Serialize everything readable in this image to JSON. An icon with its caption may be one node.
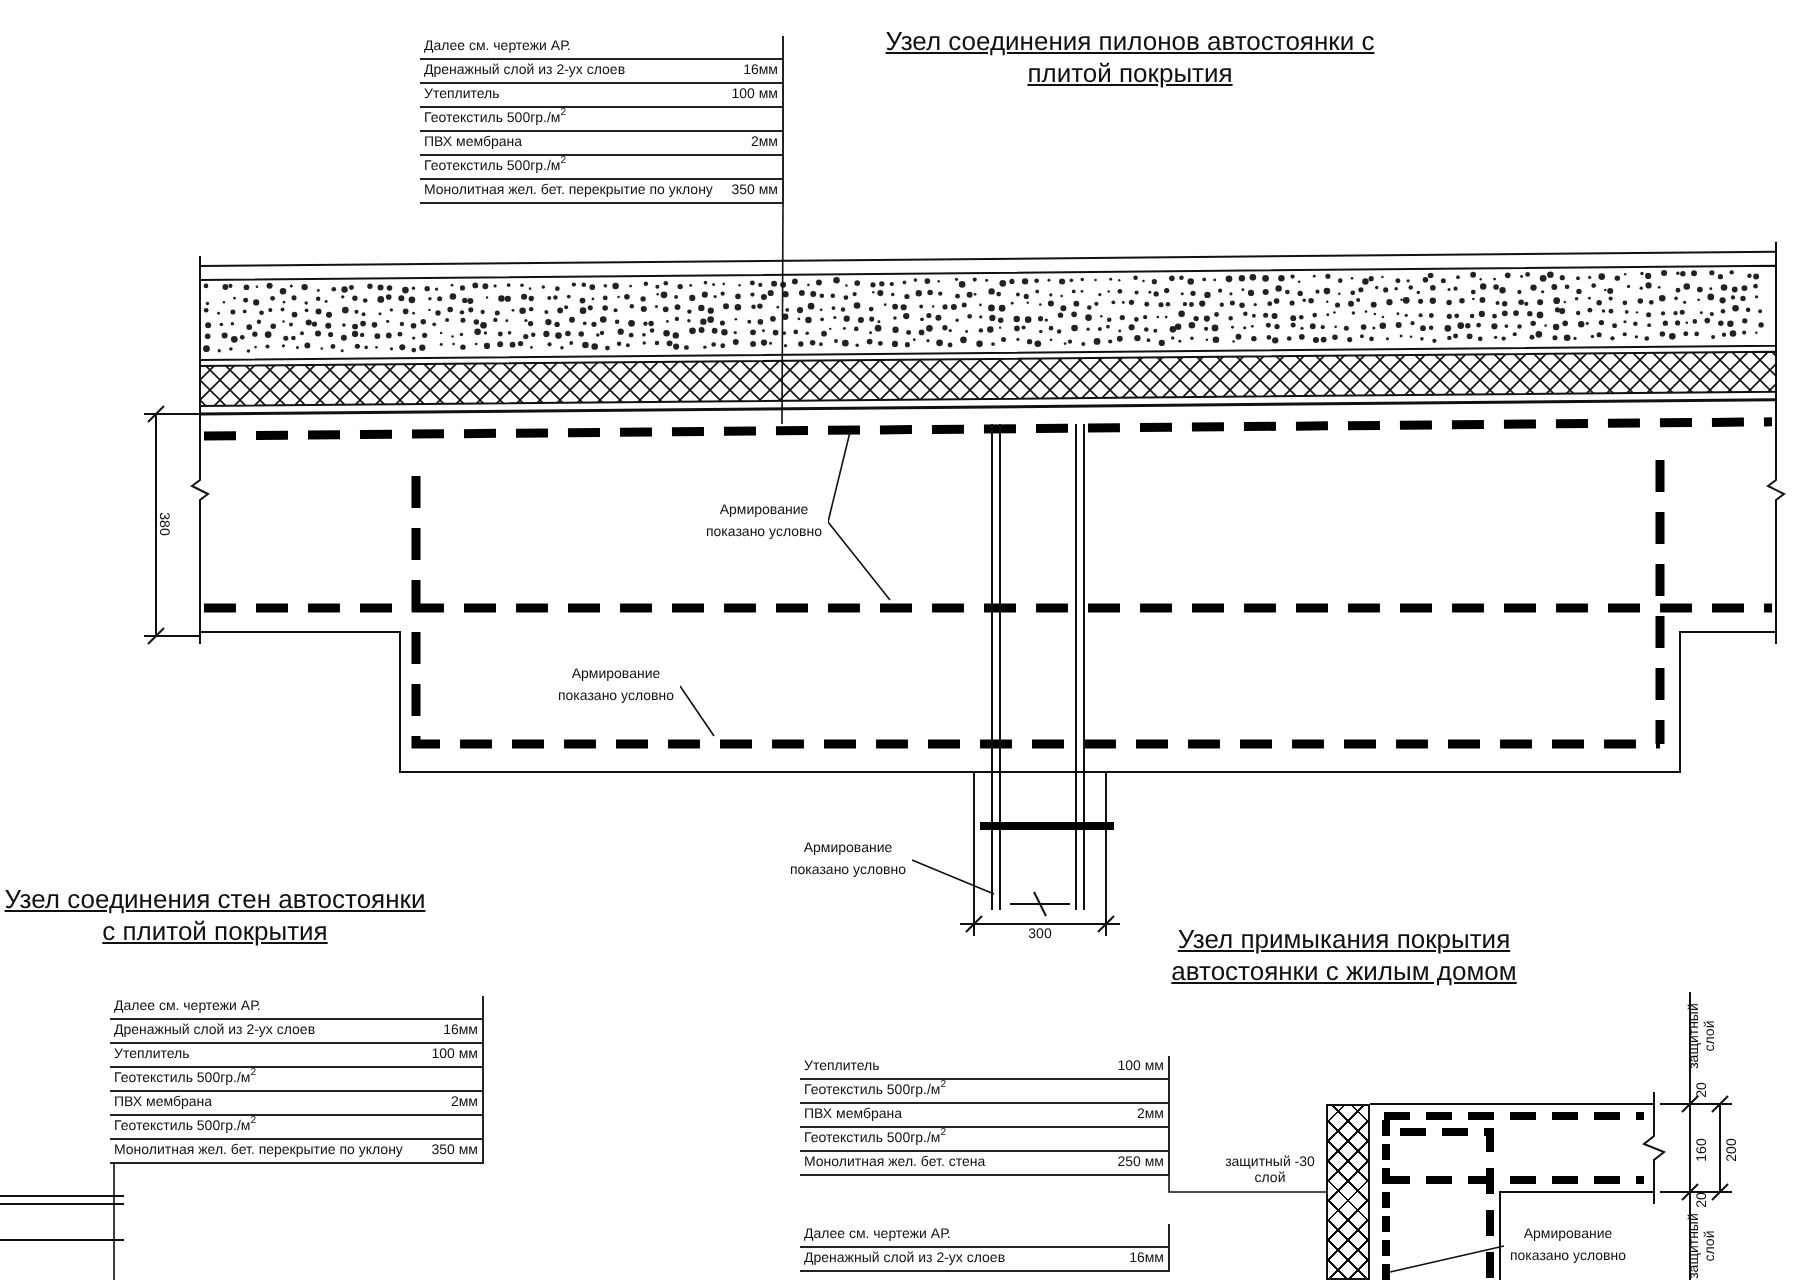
{
  "diagram": {
    "nodes": [
      {
        "text": [
          "Далее см. чертежи АР.",
          "Дренажный слой из 2-ух слоев",
          "16мм",
          "Утеплитель",
          "100 мм",
          "Геотекстиль 500гр./м$^{2}$",
          "ПВХ мембрана",
          "2мм",
          "Геотекстиль 500гр./м$^{2}$",
          "Монолитная жел. бет. перекрытие по уклону",
          "350 мм"
        ]
      },
      {
        "text": [
          "Армирование показано условно"
        ]
      },
      {
        "text": [
          "Армирование показано условно"
        ]
      },
      {
        "text": [
          "Армирование показано условно"
        ]
      },
      {
        "text": [
          "Далее см. чертежи АР.",
          "Дренажный слой из 2-ух слоев",
          "16мм",
          "Утеплитель",
          "100 мм",
          "Геотекстиль 500гр./м$^{2}$",
          "ПВХ мембрана",
          "2мм",
          "Геотекстиль 500гр./м$^{2}$",
          "Монолитная жел. бет. перекрытие по уклону",
          "350 мм"
        ]
      },
      {
        "text": [
          "Утеплитель",
          "100 мм",
          "Геотекстиль 500гр./м$^{2}$",
          "ПВХ мембрана",
          "2мм",
          "Геотекстиль 500гр./м$^{2}$",
          "Монолитная жел. бет. стена",
          "250 мм"
        ]
      },
      {
        "text": [
          "Далее см. чертежи АР.",
          "Дренажный слой из 2-ух слоев",
          "16мм"
        ]
      },
      {
        "text": [
          "Армирование показано условно"
        ]
      },
      {
        "text": [],
        "shape": "box"
      },
      {
        "text": [],
        "shape": "bar"
      }
    ],
    "edges": [
      {
        "from": 0,
        "to": null,
        "arrow": "none"
      },
      {
        "from": 1,
        "to": null,
        "arrow": "none"
      },
      {
        "from": 1,
        "to": null,
        "arrow": "none"
      },
      {
        "from": 2,
        "to": null,
        "arrow": "none"
      },
      {
        "from": 3,
        "to": null,
        "arrow": "none"
      },
      {
        "from": 4,
        "to": null,
        "arrow": "none"
      },
      {
        "from": 5,
        "to": 8,
        "arrow": "none"
      },
      {
        "from": 7,
        "to": 9,
        "arrow": "none"
      }
    ],
    "labels": [
      "Узел соединения пилонов автостоянки с плитой покрытия",
      "380",
      "300",
      "Узел соединения стен автостоянки с плитой покрытия",
      "Узел примыкания покрытия автостоянки с жилым домом",
      "защитный слой",
      "20",
      "160",
      "200",
      "20",
      "защитный -30 слой",
      "защитный слой"
    ]
  }
}
